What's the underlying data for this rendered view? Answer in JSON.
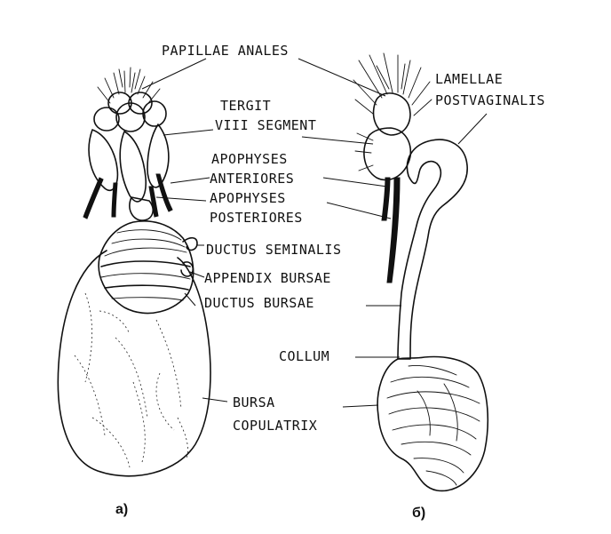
{
  "labels": {
    "papillae_anales": "PAPILLAE ANALES",
    "tergit_line1": "TERGIT",
    "tergit_line2": "VIII SEGMENT",
    "apophyses_ant_line1": "APOPHYSES",
    "apophyses_ant_line2": "ANTERIORES",
    "apophyses_post_line1": "APOPHYSES",
    "apophyses_post_line2": "POSTERIORES",
    "ductus_seminalis": "DUCTUS SEMINALIS",
    "appendix_bursae": "APPENDIX BURSAE",
    "ductus_bursae": "DUCTUS BURSAE",
    "collum": "COLLUM",
    "bursa_line1": "BURSA",
    "bursa_line2": "COPULATRIX",
    "lamellae_line1": "LAMELLAE",
    "lamellae_line2": "POSTVAGINALIS"
  },
  "panels": {
    "a": "а)",
    "b": "б)"
  }
}
